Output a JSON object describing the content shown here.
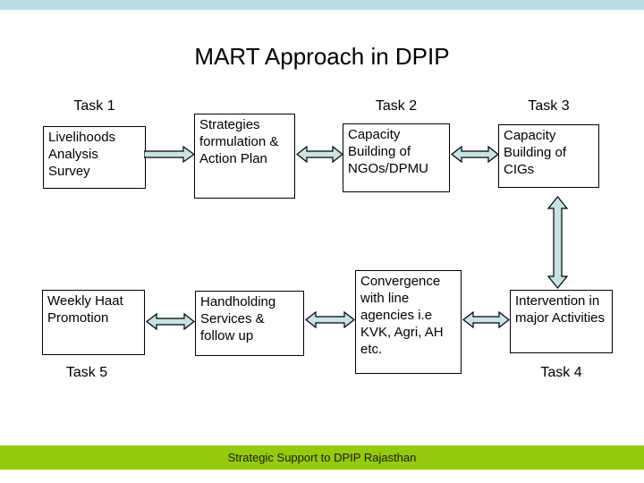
{
  "slide": {
    "title": "MART Approach in DPIP",
    "footer": "Strategic Support to DPIP Rajasthan"
  },
  "colors": {
    "top_bar": "#b9dde0",
    "footer_bar": "#95cb0e",
    "arrow_fill": "#c8e3e3",
    "box_border": "#000000",
    "text": "#000000"
  },
  "tasks": {
    "task1": "Task 1",
    "task2": "Task 2",
    "task3": "Task 3",
    "task4": "Task 4",
    "task5": "Task 5"
  },
  "boxes": {
    "livelihoods": "Livelihoods Analysis Survey",
    "strategies": "Strategies formulation & Action Plan",
    "capacity_ngos": "Capacity Building of NGOs/DPMU",
    "capacity_cigs": "Capacity Building of CIGs",
    "weekly_haat": "Weekly Haat Promotion",
    "handholding": "Handholding Services & follow up",
    "convergence": "Convergence with line agencies i.e KVK, Agri, AH etc.",
    "intervention": "Intervention in major Activities"
  }
}
